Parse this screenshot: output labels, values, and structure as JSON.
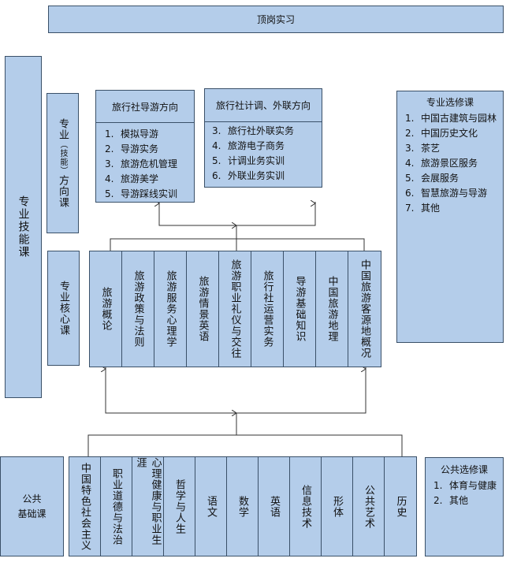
{
  "top": {
    "title": "顶岗实习"
  },
  "left": {
    "title": "专业技能课"
  },
  "direction": {
    "label_main": "专业",
    "label_small": "（技能）",
    "label_end": "方向课"
  },
  "core": {
    "label": "专业核心课"
  },
  "tour_guide": {
    "title": "旅行社导游方向",
    "items": [
      {
        "n": "1.",
        "t": "模拟导游"
      },
      {
        "n": "2.",
        "t": "导游实务"
      },
      {
        "n": "3.",
        "t": "旅游危机管理"
      },
      {
        "n": "4.",
        "t": "旅游美学"
      },
      {
        "n": "5.",
        "t": "导游踩线实训"
      }
    ]
  },
  "planning": {
    "title": "旅行社计调、外联方向",
    "items": [
      {
        "n": "3.",
        "t": "旅行社外联实务"
      },
      {
        "n": "4.",
        "t": "旅游电子商务"
      },
      {
        "n": "5.",
        "t": "计调业务实训"
      },
      {
        "n": "6.",
        "t": "外联业务实训"
      }
    ]
  },
  "elective_pro": {
    "title": "专业选修课",
    "items": [
      {
        "n": "1.",
        "t": "中国古建筑与园林"
      },
      {
        "n": "2.",
        "t": "中国历史文化"
      },
      {
        "n": "3.",
        "t": "茶艺"
      },
      {
        "n": "4.",
        "t": "旅游景区服务"
      },
      {
        "n": "5.",
        "t": "会展服务"
      },
      {
        "n": "6.",
        "t": "智慧旅游与导游"
      },
      {
        "n": "7.",
        "t": "其他"
      }
    ]
  },
  "core_courses": [
    "旅游概论",
    "旅游政策与法则",
    "旅游服务心理学",
    "旅游情景英语",
    "旅游职业礼仪与交往",
    "旅行社运营实务",
    "导游基础知识",
    "中国旅游地理",
    "中国旅游客源地概况"
  ],
  "public_basic": {
    "line1": "公共",
    "line2": "基础课"
  },
  "public_courses": [
    "中国特色社会主义",
    "职业道德与法治",
    "心理健康与职业生涯",
    "哲学与人生",
    "语文",
    "数学",
    "英语",
    "信息技术",
    "形体",
    "公共艺术",
    "历史"
  ],
  "elective_public": {
    "title": "公共选修课",
    "items": [
      {
        "n": "1.",
        "t": "体育与健康"
      },
      {
        "n": "2.",
        "t": "其他"
      }
    ]
  }
}
